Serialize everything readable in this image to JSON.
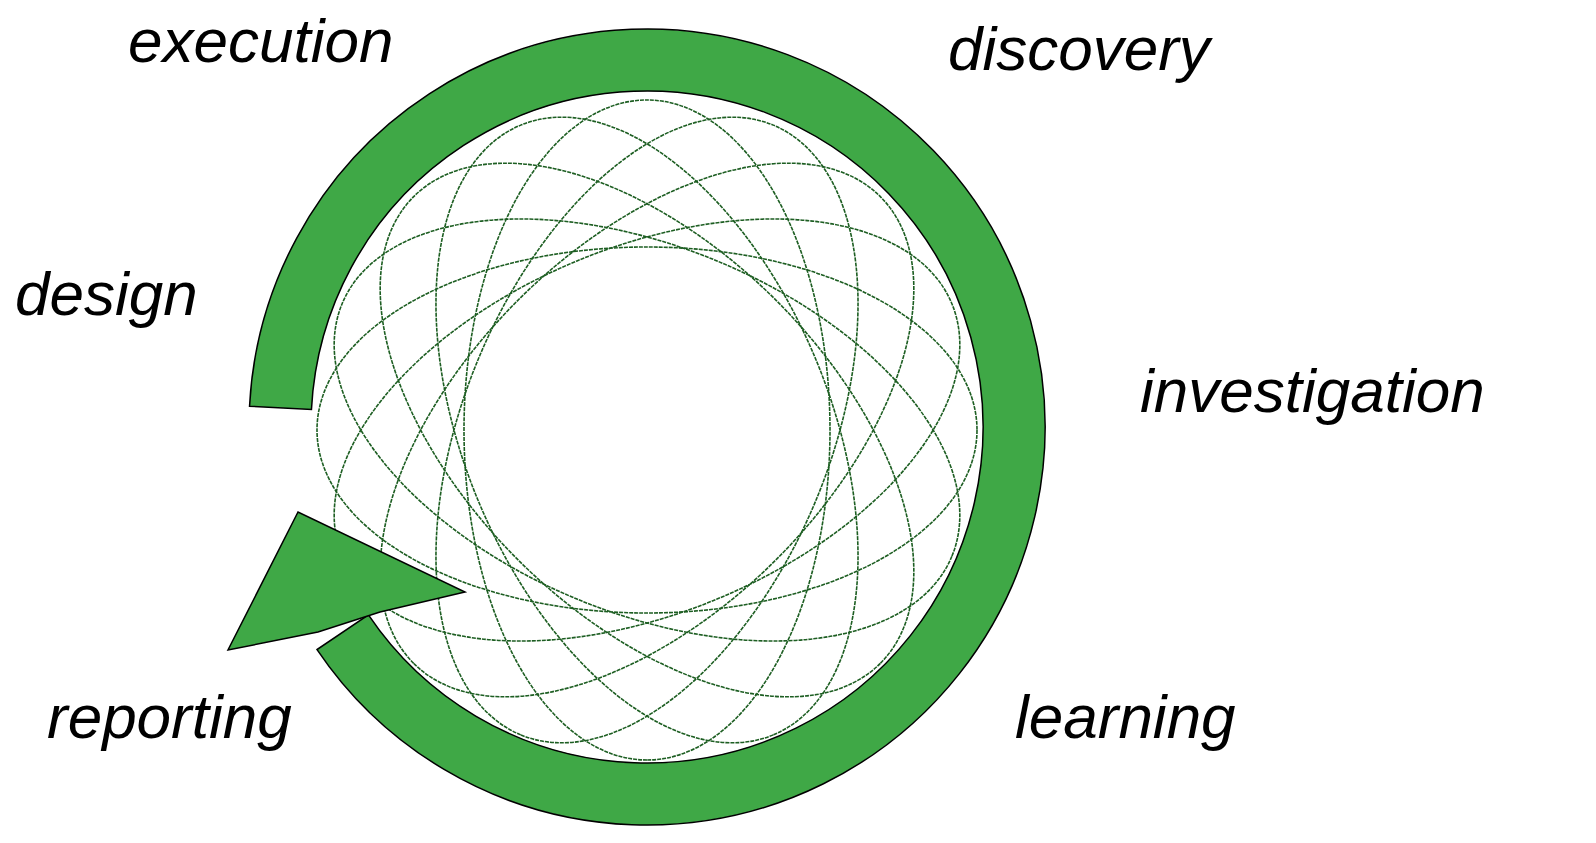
{
  "diagram": {
    "labels": [
      "execution",
      "discovery",
      "design",
      "investigation",
      "reporting",
      "learning"
    ]
  }
}
